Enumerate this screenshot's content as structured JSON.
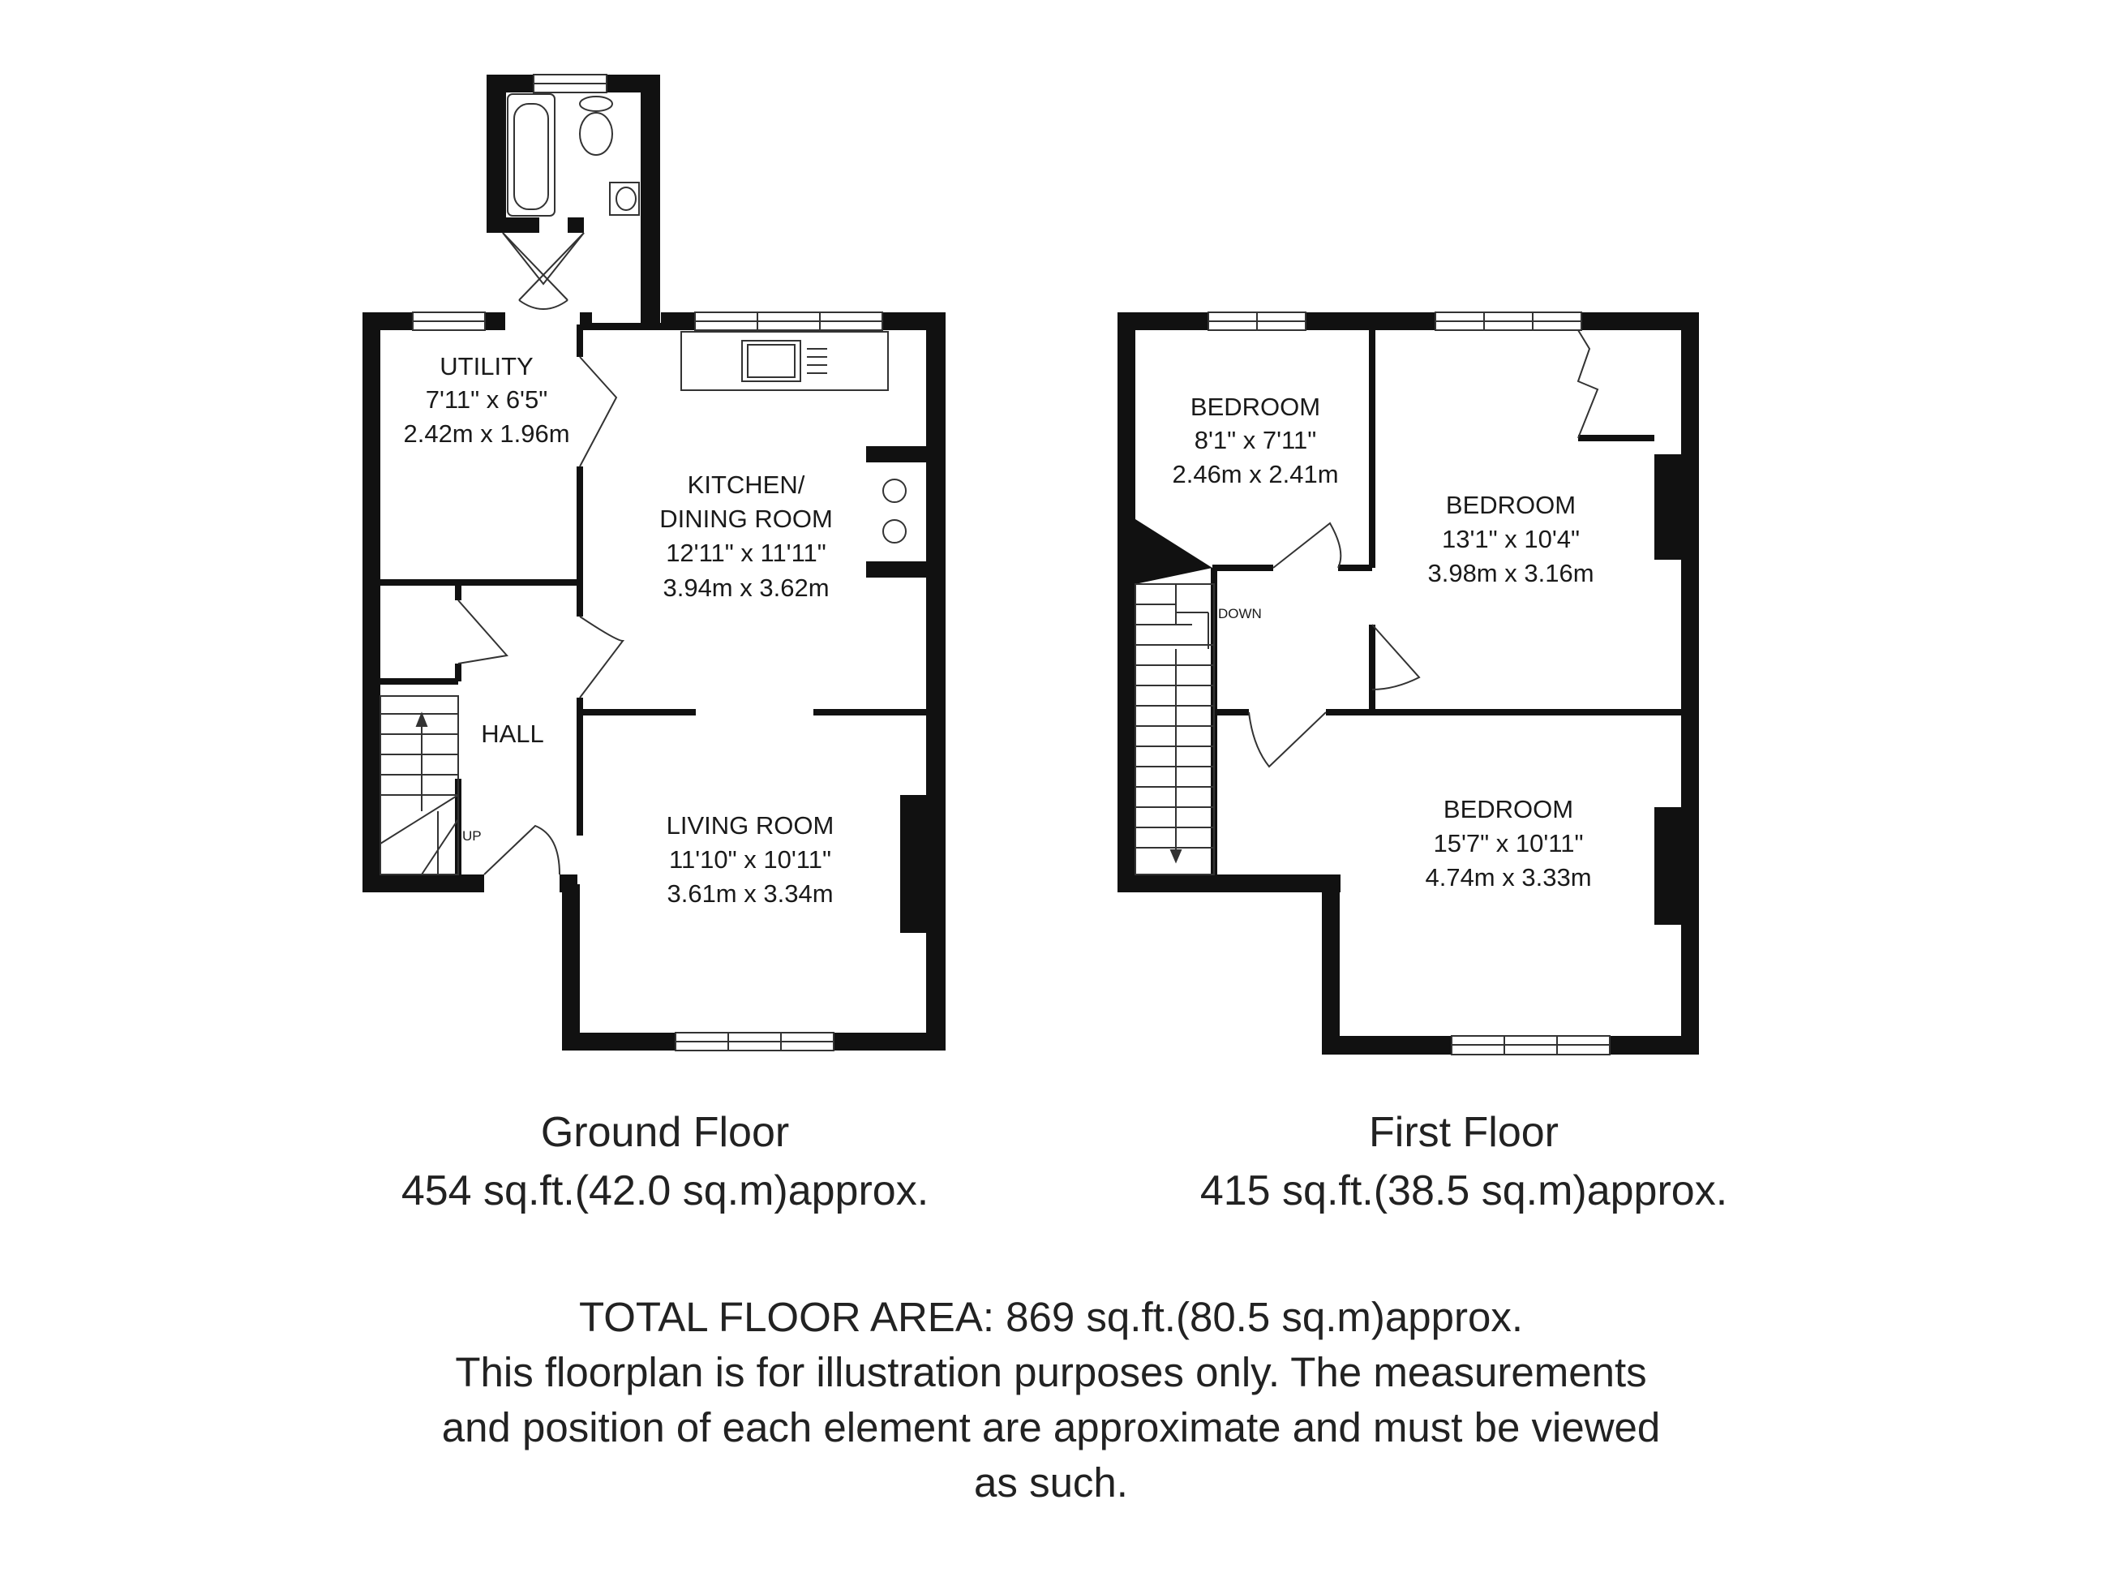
{
  "ground_floor": {
    "title": "Ground Floor",
    "area": "454 sq.ft.(42.0 sq.m)approx.",
    "rooms": [
      {
        "name": "UTILITY",
        "imperial": "7'11\" x 6'5\"",
        "metric": "2.42m x 1.96m"
      },
      {
        "name_line1": "KITCHEN/",
        "name_line2": "DINING ROOM",
        "imperial": "12'11\" x 11'11\"",
        "metric": "3.94m x 3.62m"
      },
      {
        "name": "HALL"
      },
      {
        "name": "LIVING ROOM",
        "imperial": "11'10\" x 10'11\"",
        "metric": "3.61m x 3.34m"
      }
    ],
    "stairs_label": "UP"
  },
  "first_floor": {
    "title": "First Floor",
    "area": "415 sq.ft.(38.5 sq.m)approx.",
    "rooms": [
      {
        "name": "BEDROOM",
        "imperial": "8'1\" x 7'11\"",
        "metric": "2.46m x 2.41m"
      },
      {
        "name": "BEDROOM",
        "imperial": "13'1\" x 10'4\"",
        "metric": "3.98m x 3.16m"
      },
      {
        "name": "BEDROOM",
        "imperial": "15'7\" x 10'11\"",
        "metric": "4.74m x 3.33m"
      }
    ],
    "stairs_label": "DOWN"
  },
  "footer": {
    "total": "TOTAL FLOOR AREA: 869 sq.ft.(80.5 sq.m)approx.",
    "disclaimer_line1": "This floorplan is for illustration purposes only. The measurements",
    "disclaimer_line2": "and position of each element are approximate and must be viewed",
    "disclaimer_line3": "as such."
  },
  "colors": {
    "wall": "#111111",
    "line": "#333333",
    "background": "#ffffff"
  }
}
